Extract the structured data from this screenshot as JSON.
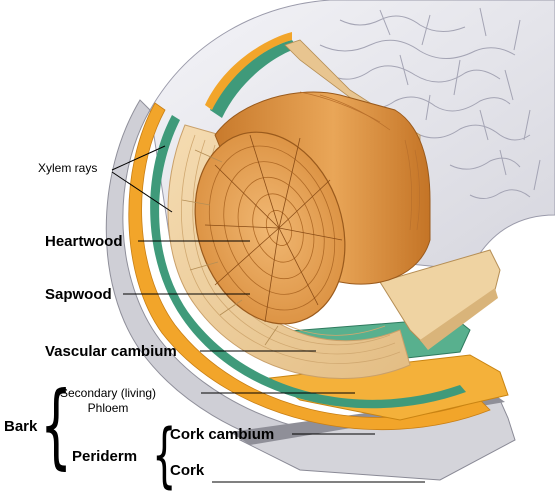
{
  "labels": {
    "xylem_rays": "Xylem rays",
    "heartwood": "Heartwood",
    "sapwood": "Sapwood",
    "vascular_cambium": "Vascular cambium",
    "secondary_phloem": "Secondary (living)\nPhloem",
    "bark": "Bark",
    "periderm": "Periderm",
    "cork_cambium": "Cork cambium",
    "cork": "Cork"
  },
  "colors": {
    "bark_surface": "#e9e9ef",
    "bark_texture": "#9a9aaa",
    "heartwood": "#d9903e",
    "heartwood_face": "#e8a65a",
    "sapwood": "#f0d6a8",
    "sapwood_edge": "#d7b27a",
    "vascular_cambium": "#3f9a7a",
    "phloem": "#f2a52a",
    "cork_cambium": "#8f8f8f",
    "cork": "#cfcfd6"
  }
}
